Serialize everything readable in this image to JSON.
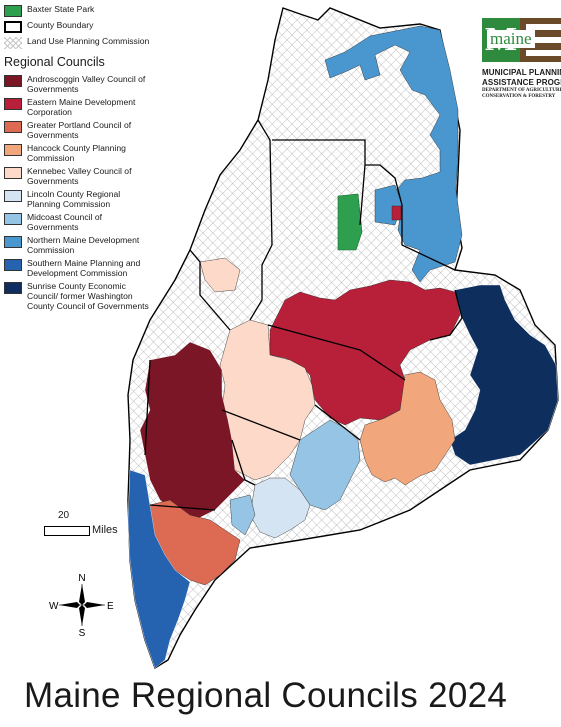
{
  "legend": {
    "items_top": [
      {
        "label": "Baxter State Park",
        "color": "#2e9e4f",
        "kind": "fill"
      },
      {
        "label": "County Boundary",
        "color": "#000000",
        "kind": "boundary"
      },
      {
        "label": "Land Use Planning Commission",
        "color": "#c8c8c8",
        "kind": "hatch"
      }
    ],
    "section_title": "Regional Councils",
    "councils": [
      {
        "label": "Androscoggin Valley Council of Governments",
        "color": "#7a1626"
      },
      {
        "label": "Eastern Maine Development Corporation",
        "color": "#b8203a"
      },
      {
        "label": "Greater Portland Council of Governments",
        "color": "#dd6a52"
      },
      {
        "label": "Hancock County Planning Commission",
        "color": "#f2a67c"
      },
      {
        "label": "Kennebec Valley Council of Governments",
        "color": "#fcd9c8"
      },
      {
        "label": "Lincoln County Regional Planning Commission",
        "color": "#d4e4f2"
      },
      {
        "label": "Midcoast Council of Governments",
        "color": "#96c4e4"
      },
      {
        "label": "Northern Maine Development Commission",
        "color": "#4a97cf"
      },
      {
        "label": "Southern Maine Planning and Development Commission",
        "color": "#2562b0"
      },
      {
        "label": "Sunrise County Economic Council/ former Washington County Council of Governments",
        "color": "#0e2f5e"
      }
    ]
  },
  "logo": {
    "word": "maine",
    "line1": "MUNICIPAL PLANNING",
    "line2": "ASSISTANCE PROGRAM",
    "line3": "DEPARTMENT OF AGRICULTURE",
    "line4": "CONSERVATION & FORESTRY"
  },
  "scale": {
    "value": "20",
    "unit": "Miles"
  },
  "compass": {
    "n": "N",
    "s": "S",
    "e": "E",
    "w": "W"
  },
  "title": "Maine Regional Councils 2024"
}
